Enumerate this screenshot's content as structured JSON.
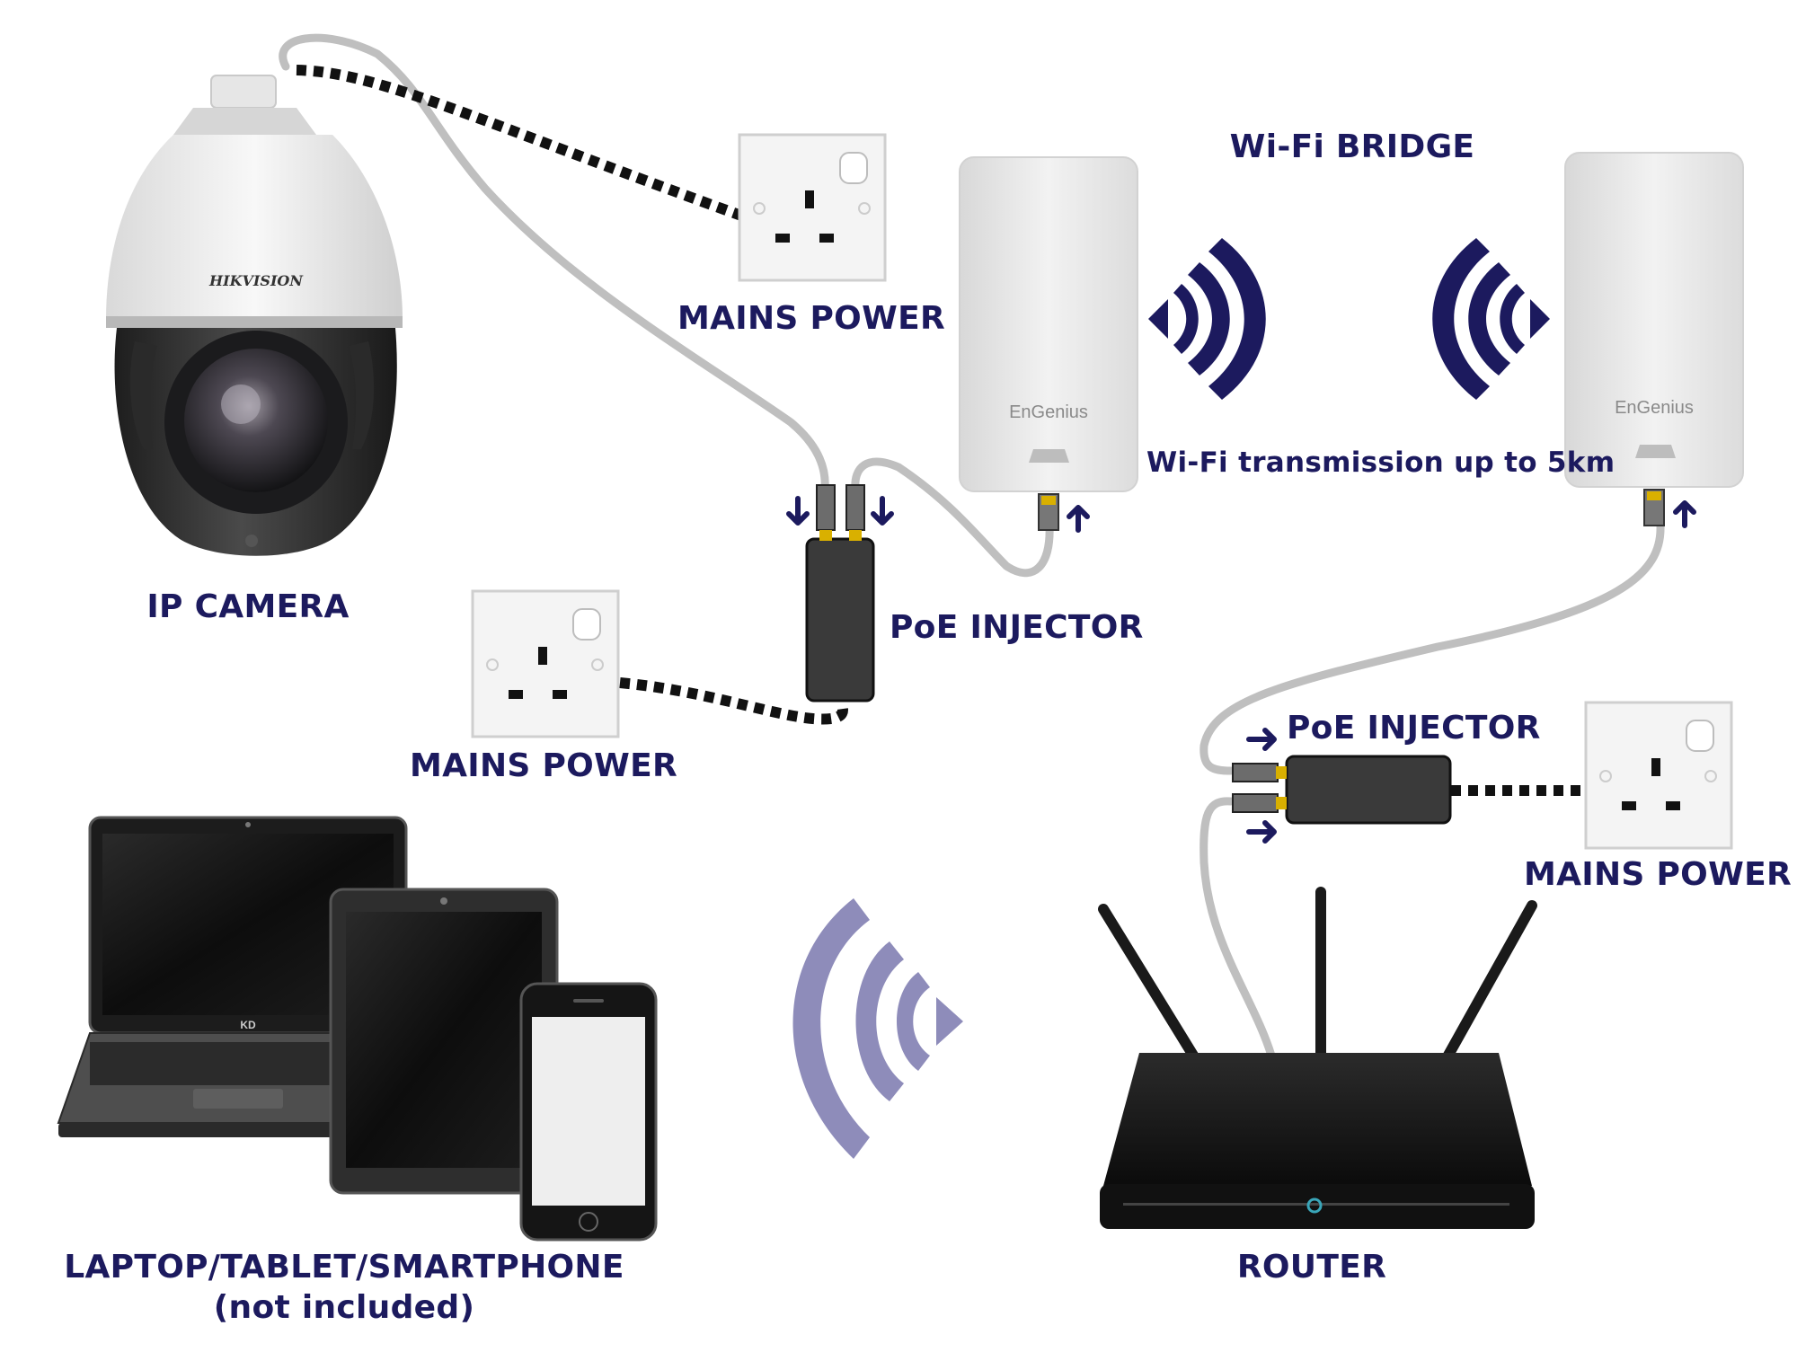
{
  "labels": {
    "ip_camera": "IP CAMERA",
    "mains_power_top": "MAINS POWER",
    "mains_power_mid": "MAINS POWER",
    "mains_power_right": "MAINS POWER",
    "poe_injector_left": "PoE INJECTOR",
    "poe_injector_right": "PoE INJECTOR",
    "wifi_bridge": "Wi-Fi BRIDGE",
    "wifi_transmission": "Wi-Fi transmission up to 5km",
    "devices_line1": "LAPTOP/TABLET/SMARTPHONE",
    "devices_line2": "(not included)",
    "router": "ROUTER"
  },
  "brands": {
    "camera": "HIKVISION",
    "bridge_left": "EnGenius",
    "bridge_right": "EnGenius",
    "laptop": "KD"
  },
  "colors": {
    "label": "#1c1a5e",
    "wifi_dark": "#1c1a5e",
    "wifi_light": "#8e8cba",
    "cable": "#bfbfbf",
    "power_cable": "#111111"
  },
  "icons": [
    "camera-icon",
    "socket-icon",
    "bridge-antenna-icon",
    "poe-injector-icon",
    "router-icon",
    "laptop-icon",
    "tablet-icon",
    "smartphone-icon",
    "wifi-waves-icon",
    "arrow-icon"
  ]
}
